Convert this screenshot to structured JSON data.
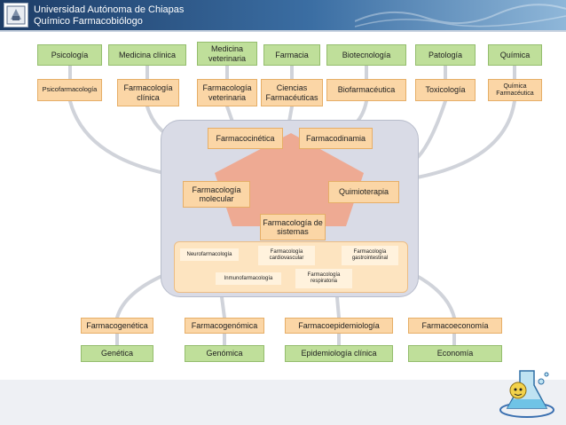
{
  "header": {
    "university": "Universidad Autónoma de Chiapas",
    "program": "Químico Farmacobiólogo"
  },
  "top_disciplines": [
    "Psicología",
    "Medicina clínica",
    "Medicina veterinaria",
    "Farmacia",
    "Biotecnología",
    "Patología",
    "Química"
  ],
  "applied_fields": [
    "Psicofarmacología",
    "Farmacología clínica",
    "Farmacología veterinaria",
    "Ciencias Farmacéuticas",
    "Biofarmacéutica",
    "Toxicología",
    "Química Farmacéutica"
  ],
  "core": {
    "pharmacokinetics": "Farmacocinética",
    "pharmacodynamics": "Farmacodinamia",
    "molecular": "Farmacología molecular",
    "chemotherapy": "Quimioterapia",
    "systems": "Farmacología de sistemas"
  },
  "systems_subfields": [
    "Neurofarmacología",
    "Farmacología cardiovascular",
    "Farmacología gastrointestinal",
    "Inmunofarmacología",
    "Farmacología respiratoria"
  ],
  "bottom_fields": [
    "Farmacogenética",
    "Farmacogenómica",
    "Farmacoepidemiología",
    "Farmacoeconomía"
  ],
  "bottom_disciplines": [
    "Genética",
    "Genómica",
    "Epidemiología clínica",
    "Economía"
  ],
  "colors": {
    "green_box": "#bfdf9a",
    "orange_box": "#fbd6a6",
    "center_panel": "#d9dbe6",
    "pentagon": "#f0a48a",
    "connector": "#d0d3da",
    "header_blue": "#1d3c66"
  }
}
